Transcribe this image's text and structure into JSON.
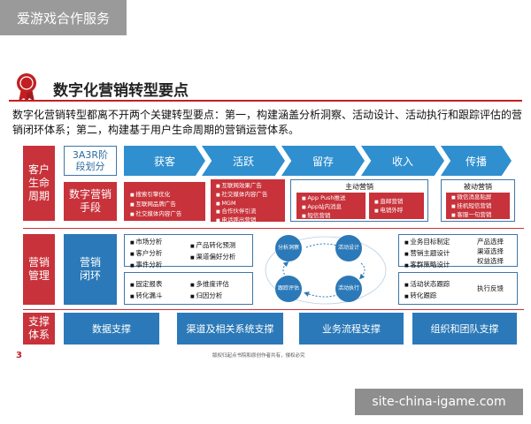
{
  "watermark_top": "爱游戏合作服务",
  "watermark_bottom": "site-china-igame.com",
  "title": "数字化营销转型要点",
  "intro": "数字化营销转型都离不开两个关键转型要点：第一，构建涵盖分析洞察、活动设计、活动执行和跟踪评估的营销闭环体系；第二，构建基于用户生命周期的营销运营体系。",
  "row_labels": {
    "lifecycle": "客户生命周期",
    "marketing": "营销管理",
    "support": "支撑体系"
  },
  "stage_header": "3A3R阶段划分",
  "stages": [
    "获客",
    "活跃",
    "留存",
    "收入",
    "传播"
  ],
  "means_label": "数字营销手段",
  "acquire_means": [
    "搜索引擎优化",
    "互联网品牌广告",
    "社交媒体内容广告"
  ],
  "active_means": [
    "互联网效果广告",
    "社交媒体内容广告",
    "MGM",
    "合作伙伴引流",
    "电话呼出营销"
  ],
  "active_title": "主动营销",
  "active_left": [
    "App Push推送",
    "App站内消息",
    "短信营销"
  ],
  "active_right": [
    "直邮营销",
    "电销外呼"
  ],
  "passive_title": "被动营销",
  "passive_items": [
    "微信消息贴屏",
    "挂机短信营销",
    "客服一句营销"
  ],
  "loop_label": "营销闭环",
  "loop_nodes": [
    "分析洞察",
    "活动设计",
    "跟踪评估",
    "活动执行"
  ],
  "box1_left": [
    "市场分析",
    "客户分析",
    "事件分析"
  ],
  "box1_right": [
    "产品转化预测",
    "渠道偏好分析"
  ],
  "box2_left": [
    "固定报表",
    "转化漏斗"
  ],
  "box2_right": [
    "多维度评估",
    "归因分析"
  ],
  "box3_left": [
    "业务目标制定",
    "营销主题设计",
    "客群策略设计"
  ],
  "box3_right": [
    "产品选择",
    "渠道选择",
    "权益选择"
  ],
  "box4_left": [
    "活动状态跟踪",
    "转化跟踪"
  ],
  "box4_right": "执行反馈",
  "supports": [
    "数据支撑",
    "渠道及相关系统支撑",
    "业务流程支撑",
    "组织和团队支撑"
  ],
  "page_number": "3",
  "footer": "版权归起点书院和原创作者共有，侵权必究",
  "colors": {
    "red": "#c8323a",
    "blue": "#2b79b8",
    "chevron": "#2f8fcf",
    "line": "#c21f22"
  }
}
